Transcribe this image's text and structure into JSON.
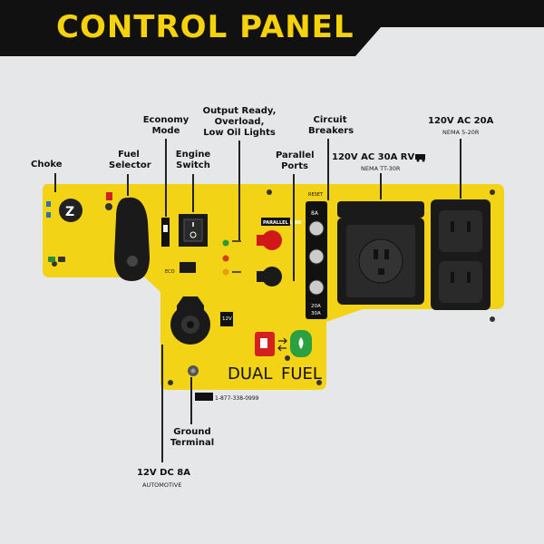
{
  "header": {
    "title": "CONTROL PANEL"
  },
  "labels": {
    "choke": "Choke",
    "fuel_selector_1": "Fuel",
    "fuel_selector_2": "Selector",
    "economy_mode_1": "Economy",
    "economy_mode_2": "Mode",
    "engine_switch_1": "Engine",
    "engine_switch_2": "Switch",
    "output_ready_1": "Output Ready,",
    "output_ready_2": "Overload,",
    "output_ready_3": "Low Oil Lights",
    "parallel_ports_1": "Parallel",
    "parallel_ports_2": "Ports",
    "circuit_breakers_1": "Circuit",
    "circuit_breakers_2": "Breakers",
    "rv_outlet": "120V AC 30A RV",
    "rv_outlet_sub": "NEMA TT-30R",
    "ac20_outlet": "120V AC 20A",
    "ac20_outlet_sub": "NEMA 5-20R",
    "ground_terminal_1": "Ground",
    "ground_terminal_2": "Terminal",
    "dc_outlet": "12V DC 8A",
    "dc_outlet_sub": "AUTOMOTIVE"
  },
  "panel": {
    "brand_dual": "DUAL",
    "brand_fuel": "FUEL",
    "phone": "1-877-338-0999",
    "parallel_tag": "PARALLEL LINK",
    "reset": "RESET",
    "breaker_8a": "8A",
    "breaker_20a": "20A",
    "breaker_30a": "30A",
    "eco": "ECO",
    "dc_tag": "12V"
  },
  "colors": {
    "panel_yellow": "#f2d315",
    "header_black": "#111111",
    "header_yellow": "#f6d20a",
    "background": "#e6e7e8"
  }
}
